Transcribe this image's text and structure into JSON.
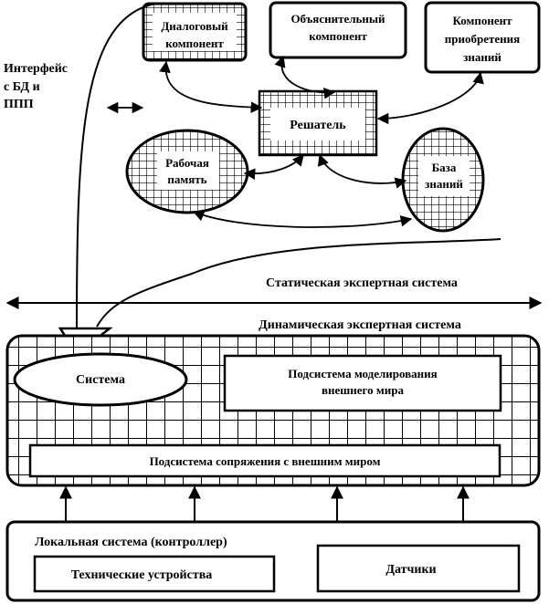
{
  "labels": {
    "dialog_component": [
      "Диалоговый",
      "компонент"
    ],
    "explain_component": [
      "Объяснительный",
      "компонент"
    ],
    "knowledge_acq": [
      "Компонент",
      "приобретения",
      "знаний"
    ],
    "interface": [
      "Интерфейс",
      "с БД  и",
      "ППП"
    ],
    "solver": "Решатель",
    "working_memory": [
      "Рабочая",
      "память"
    ],
    "knowledge_base": [
      "База",
      "знаний"
    ],
    "static_es": "Статическая  экспертная  система",
    "dynamic_es": "Динамическая  экспертная  система",
    "system": "Система",
    "modeling_subsystem": [
      "Подсистема моделирования",
      "внешнего мира"
    ],
    "interface_subsystem": "Подсистема сопряжения с внешним  миром",
    "local_system": "Локальная система (контроллер)",
    "technical_devices": "Технические устройства",
    "sensors": "Датчики"
  }
}
